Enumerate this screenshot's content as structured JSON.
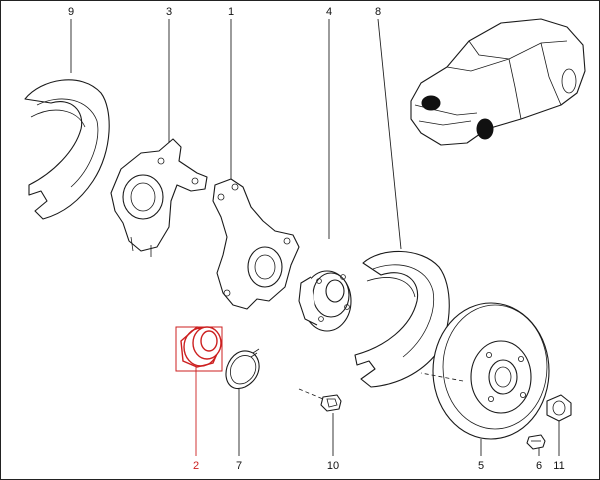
{
  "callouts": {
    "c9": "9",
    "c3": "3",
    "c1": "1",
    "c4": "4",
    "c8": "8",
    "c2": "2",
    "c7": "7",
    "c10": "10",
    "c5": "5",
    "c6": "6",
    "c11": "11"
  },
  "highlight": {
    "part": "2",
    "color": "#cc1f1f"
  },
  "colors": {
    "line": "#1a1a1a",
    "background": "#ffffff",
    "marker": "#111111"
  }
}
